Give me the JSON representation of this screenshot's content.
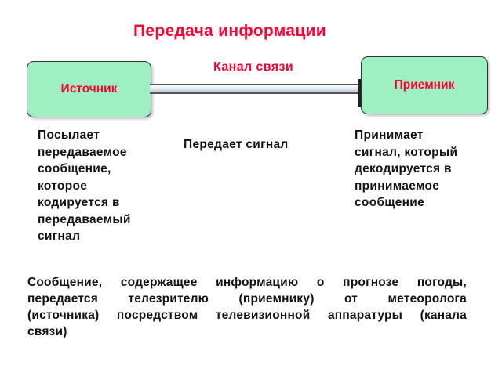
{
  "title": "Передача информации",
  "channel_label": "Канал связи",
  "nodes": {
    "source": "Источник",
    "receiver": "Приемник"
  },
  "descriptions": {
    "source": "Посылает передаваемое сообщение, которое кодируется в передаваемый сигнал",
    "channel": "Передает сигнал",
    "receiver": "Принимает сигнал, который декодируется в принимаемое сообщение"
  },
  "example": {
    "lines": [
      "Сообщение, содержащее информацию о прогнозе погоды,",
      "передается телезрителю (приемнику) от метеоролога",
      "(источника) посредством телевизионной аппаратуры (канала",
      "связи)"
    ]
  },
  "colors": {
    "accent": "#ff0033",
    "node_fill": "#9ef0c3"
  }
}
